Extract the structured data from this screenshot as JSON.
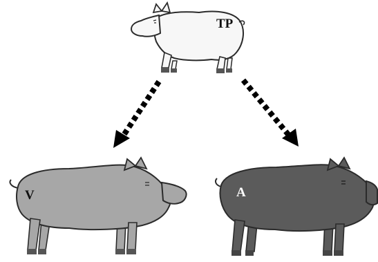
{
  "nodes": {
    "parent": {
      "label": "TP",
      "fill": "#f7f7f7",
      "label_color": "#111111"
    },
    "left_child": {
      "label": "V",
      "fill": "#a7a7a7",
      "label_color": "#111111"
    },
    "right_child": {
      "label": "A",
      "fill": "#5b5b5b",
      "label_color": "#ffffff"
    }
  },
  "edges": [
    {
      "from": "TP",
      "to": "V",
      "style": "dotted-arrow"
    },
    {
      "from": "TP",
      "to": "A",
      "style": "dotted-arrow"
    }
  ],
  "colors": {
    "outline": "#2b2b2b",
    "arrow": "#000000",
    "hoof": "#555555"
  }
}
